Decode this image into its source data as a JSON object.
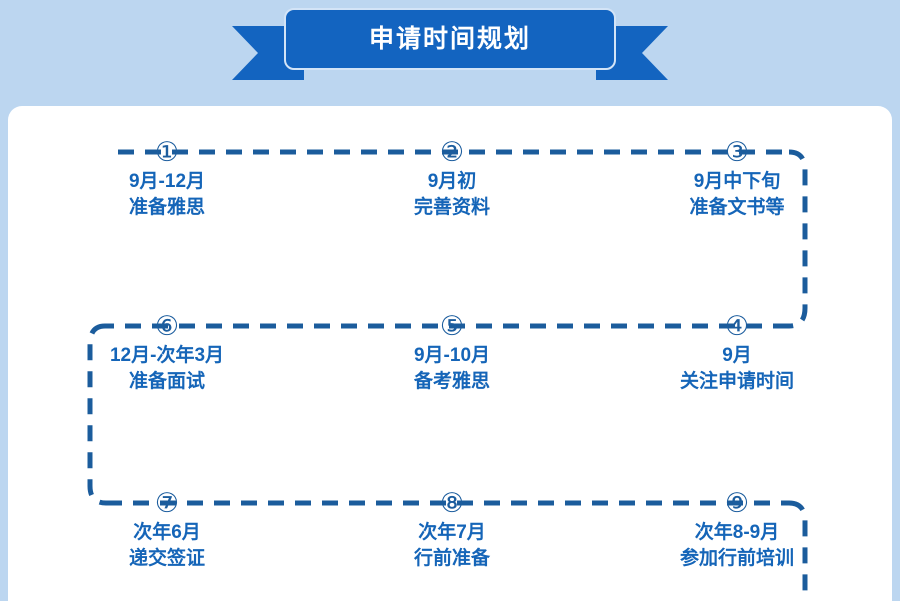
{
  "banner": {
    "title": "申请时间规划",
    "panel_color": "#1364c0",
    "tail_color": "#1364c0",
    "title_color": "#ffffff"
  },
  "page": {
    "background_color": "#bcd6f0",
    "card_color": "#ffffff",
    "line_color": "#1b5c9c",
    "text_color": "#1565b8",
    "number_color": "#1c5d9e"
  },
  "timeline": {
    "rows": [
      {
        "direction": "left-to-right",
        "nodes": [
          {
            "number": "①",
            "line1": "9月-12月",
            "line2": "准备雅思"
          },
          {
            "number": "②",
            "line1": "9月初",
            "line2": "完善资料"
          },
          {
            "number": "③",
            "line1": "9月中下旬",
            "line2": "准备文书等"
          }
        ]
      },
      {
        "direction": "right-to-left",
        "nodes": [
          {
            "number": "⑥",
            "line1": "12月-次年3月",
            "line2": "准备面试"
          },
          {
            "number": "⑤",
            "line1": "9月-10月",
            "line2": "备考雅思"
          },
          {
            "number": "④",
            "line1": "9月",
            "line2": "关注申请时间"
          }
        ]
      },
      {
        "direction": "left-to-right",
        "nodes": [
          {
            "number": "⑦",
            "line1": "次年6月",
            "line2": "递交签证"
          },
          {
            "number": "⑧",
            "line1": "次年7月",
            "line2": "行前准备"
          },
          {
            "number": "⑨",
            "line1": "次年8-9月",
            "line2": "参加行前培训"
          }
        ]
      }
    ]
  }
}
